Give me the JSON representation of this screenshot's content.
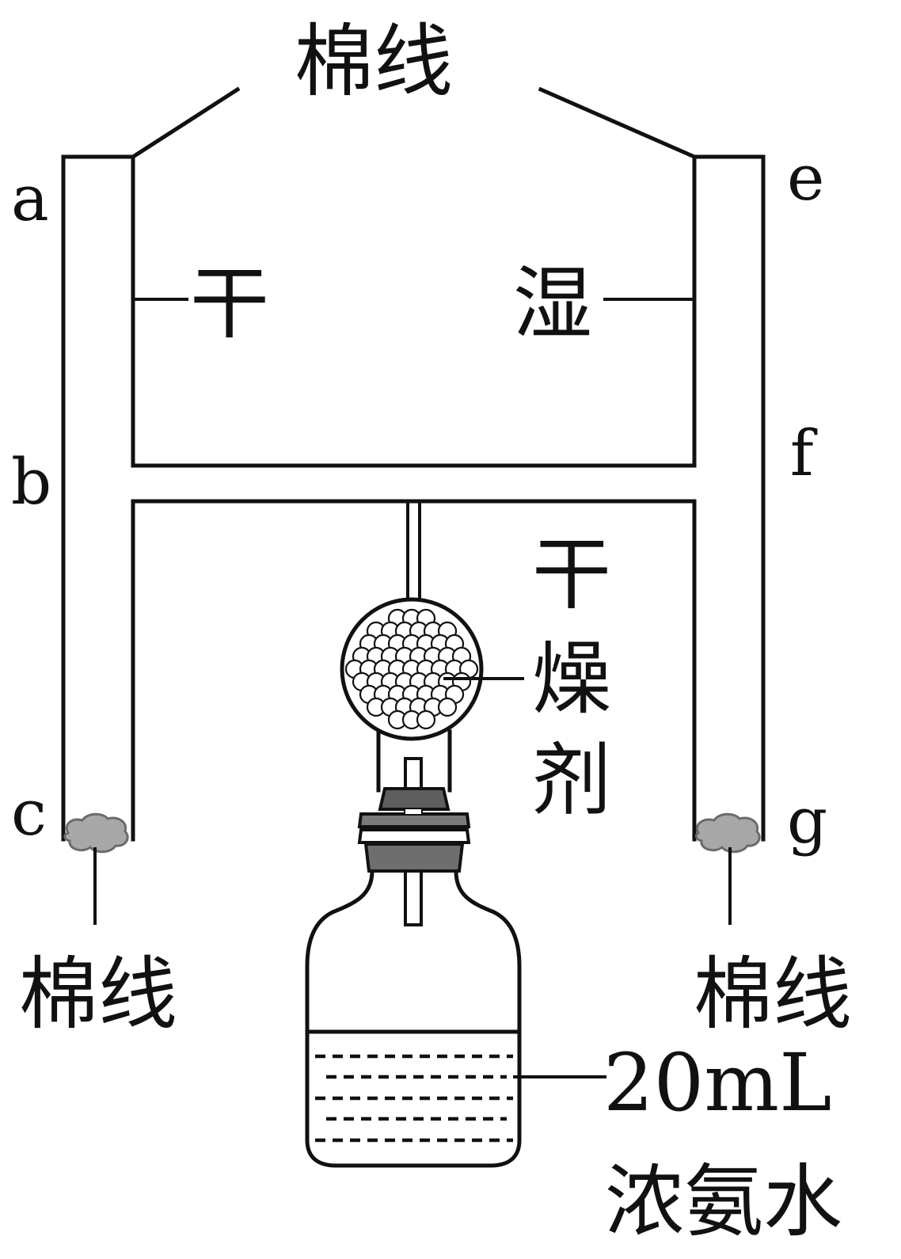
{
  "labels": {
    "cotton_top": "棉线",
    "point_a": "a",
    "point_b": "b",
    "point_c": "c",
    "point_e": "e",
    "point_f": "f",
    "point_g": "g",
    "dry_strip": "干",
    "wet_strip": "湿",
    "desiccant_1": "干",
    "desiccant_2": "燥",
    "desiccant_3": "剂",
    "cotton_left": "棉线",
    "cotton_right": "棉线",
    "volume": "20mL",
    "solution": "浓氨水"
  },
  "colors": {
    "line": "#111111",
    "stopper_dark": "#6e6e6e",
    "stopper_mid": "#8a8a8a",
    "cotton": "#9a9a9a"
  }
}
